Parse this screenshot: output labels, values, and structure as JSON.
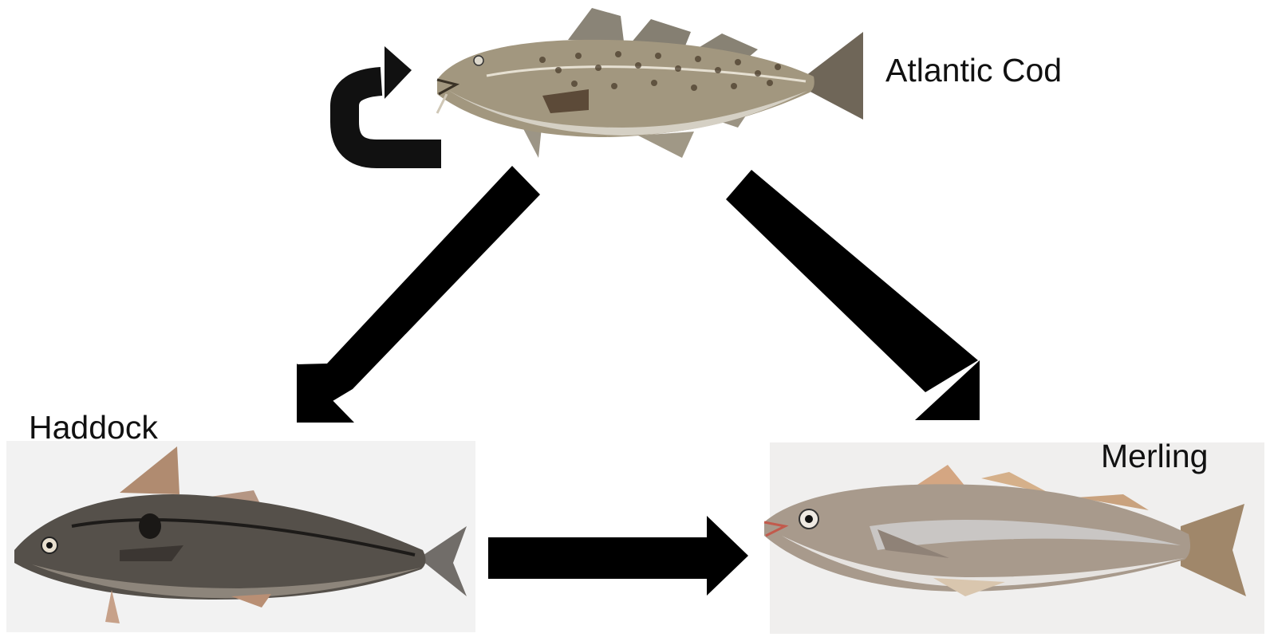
{
  "nodes": {
    "top": {
      "label": "Atlantic Cod",
      "icon": "atlantic-cod-fish"
    },
    "left": {
      "label": "Haddock",
      "icon": "haddock-fish"
    },
    "right": {
      "label": "Merling",
      "icon": "merling-fish"
    }
  },
  "colors": {
    "arrow": "#000000",
    "text": "#111111"
  }
}
